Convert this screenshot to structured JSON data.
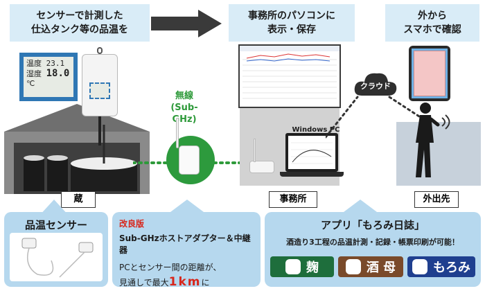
{
  "steps": {
    "measure": "センサーで計測した\n仕込タンク等の品温を",
    "office_pc": "事務所のパソコンに\n表示・保存",
    "smartphone": "外から\nスマホで確認"
  },
  "sensor_display": {
    "row1_label": "温度",
    "row1_value": "23.1",
    "row2_label": "湿度",
    "row2_value": "18.0",
    "unit": "℃"
  },
  "wireless": {
    "label": "無線",
    "protocol": "(Sub-GHz)"
  },
  "cloud_label": "クラウド",
  "windows_pc_label": "Windows PC",
  "scene_labels": {
    "storehouse": "蔵",
    "office": "事務所",
    "outside": "外出先"
  },
  "panels": {
    "sensor": {
      "title": "品温センサー"
    },
    "adapter": {
      "improved": "改良版",
      "title": "Sub-GHzホストアダプター＆中継器",
      "line1": "PCとセンサー間の距離が、",
      "line2_prefix": "見通しで最大",
      "distance": "1km",
      "line2_suffix": "に"
    },
    "app": {
      "title": "アプリ「もろみ日誌」",
      "desc": "酒造り3工程の品温計測・記録・帳票印刷が可能！",
      "badges": [
        {
          "label": "麹",
          "color": "#1e6e3c"
        },
        {
          "label": "酒 母",
          "color": "#7a4a2a"
        },
        {
          "label": "もろみ",
          "color": "#1f3f8f"
        }
      ]
    }
  },
  "colors": {
    "step_bg": "#d9ecf7",
    "panel_bg": "#b6d8ee",
    "dotted_line": "#2e9a3a",
    "wireless_text": "#2e9a3a",
    "improved_text": "#d8261b",
    "distance_text": "#d8261b"
  }
}
